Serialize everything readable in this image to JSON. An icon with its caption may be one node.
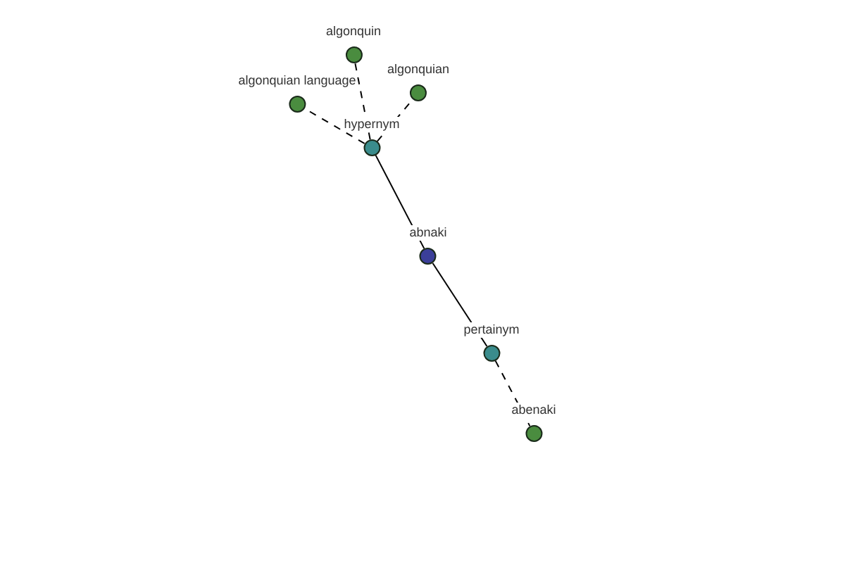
{
  "diagram": {
    "nodes": [
      {
        "text": [
          "algonquin"
        ]
      },
      {
        "text": [
          "algonquian"
        ]
      },
      {
        "text": [
          "algonquian language"
        ]
      },
      {
        "text": [
          "hypernym"
        ]
      },
      {
        "text": [
          "abnaki"
        ]
      },
      {
        "text": [
          "pertainym"
        ]
      },
      {
        "text": [
          "abenaki"
        ]
      }
    ],
    "edges": [
      {
        "from": 4,
        "to": 3,
        "arrow": "none"
      },
      {
        "from": 3,
        "to": 0,
        "arrow": "none",
        "style": "dashed"
      },
      {
        "from": 3,
        "to": 1,
        "arrow": "none",
        "style": "dashed"
      },
      {
        "from": 3,
        "to": 2,
        "arrow": "none",
        "style": "dashed"
      },
      {
        "from": 4,
        "to": 5,
        "arrow": "none"
      },
      {
        "from": 5,
        "to": 6,
        "arrow": "none",
        "style": "dashed"
      }
    ]
  }
}
